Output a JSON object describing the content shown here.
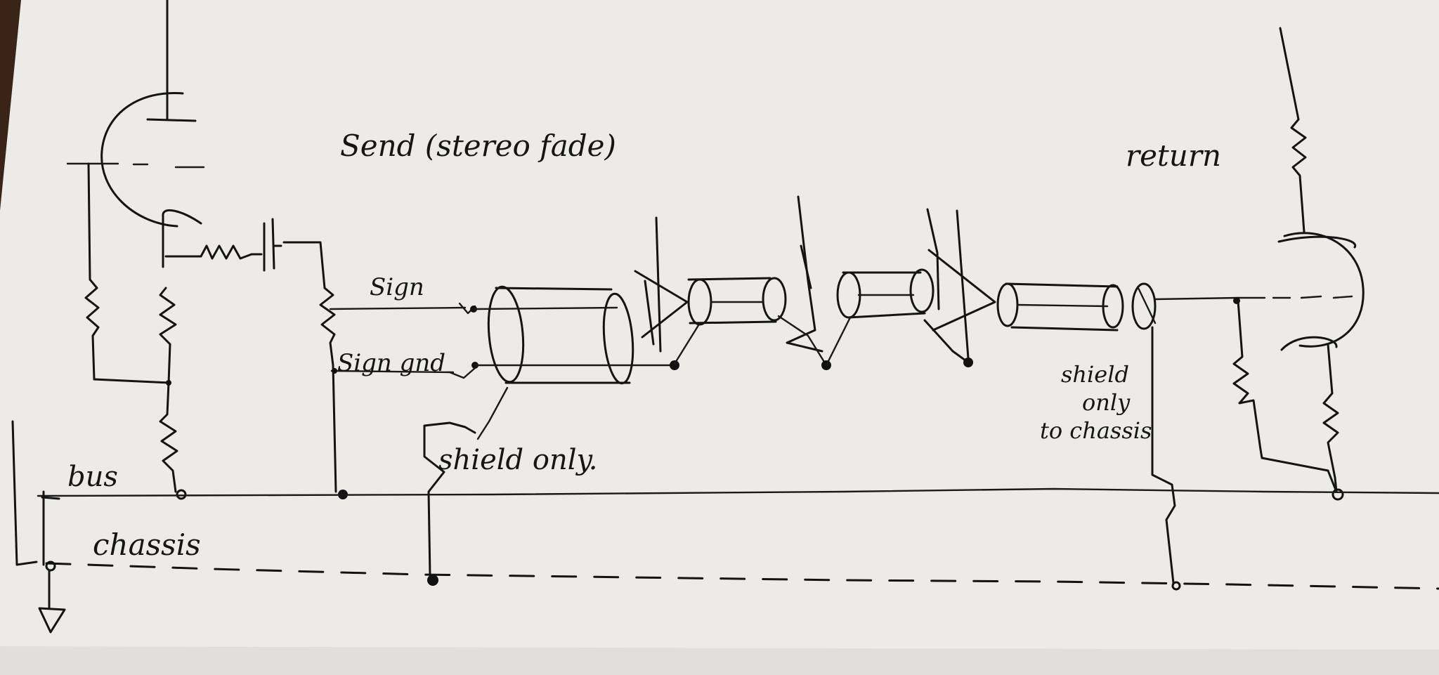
{
  "diagram": {
    "labels": {
      "send": "Send (stereo fade)",
      "return": "return",
      "sign": "Sign",
      "sign_gnd": "Sign gnd",
      "shield_only": "shield only.",
      "shield_chassis_1": "shield",
      "shield_chassis_2": "only",
      "shield_chassis_3": "to chassis",
      "bus": "bus",
      "chassis": "chassis"
    }
  }
}
